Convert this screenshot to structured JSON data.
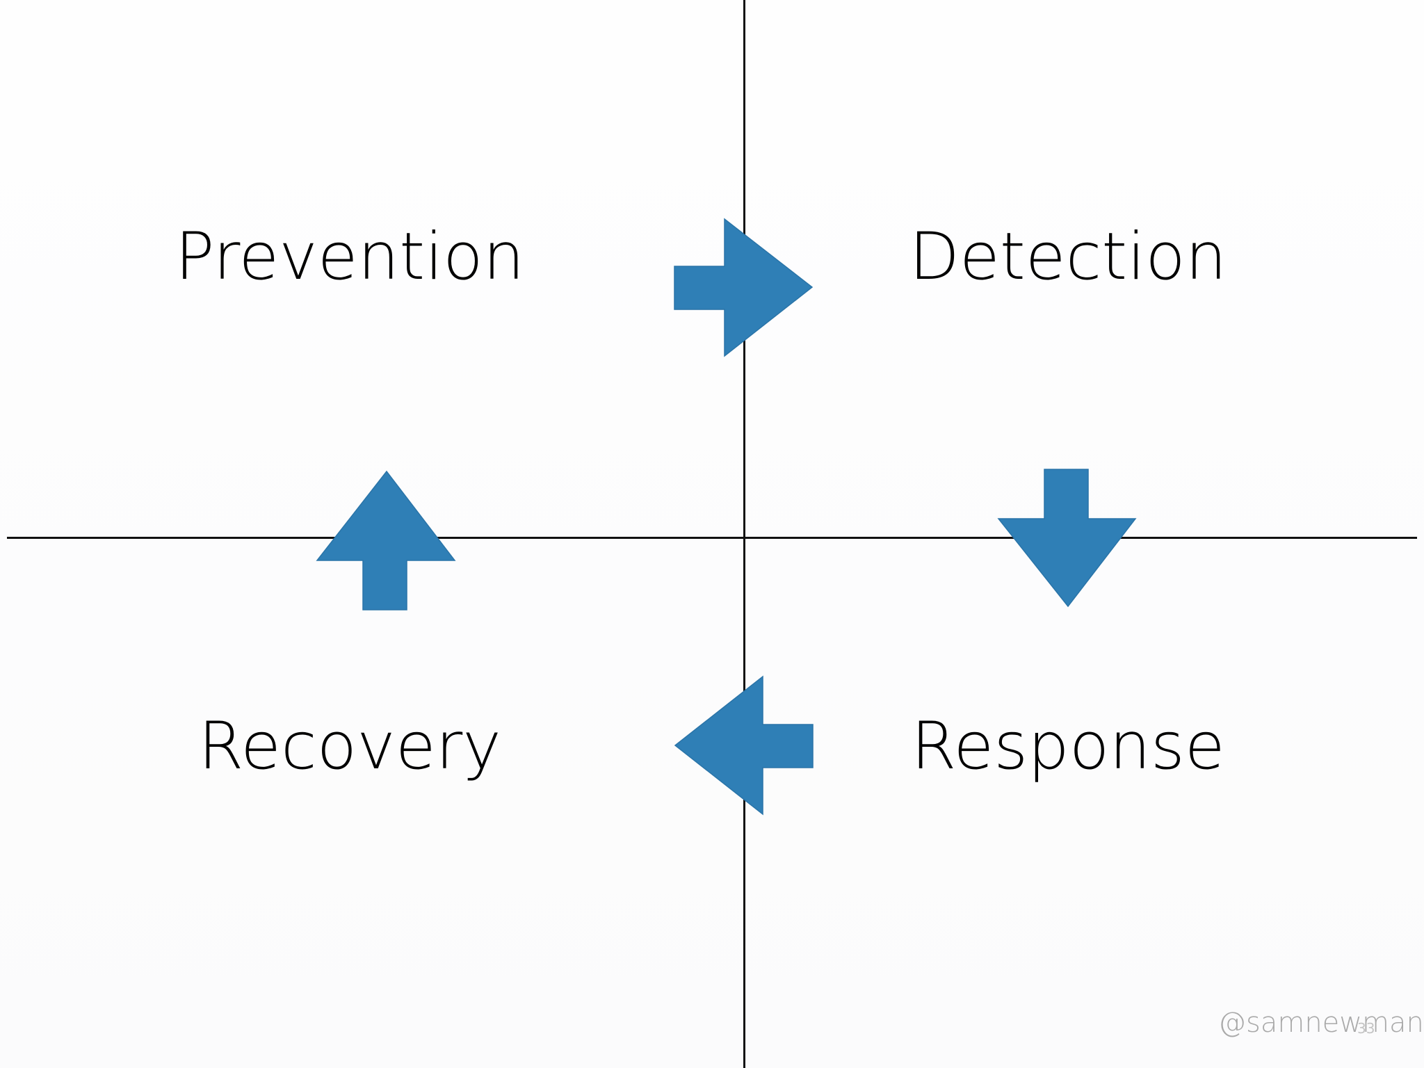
{
  "diagram": {
    "quadrants": {
      "top_left": "Prevention",
      "top_right": "Detection",
      "bottom_left": "Recovery",
      "bottom_right": "Response"
    },
    "arrow_color": "#2f7fb6",
    "arrows": [
      {
        "from": "Prevention",
        "to": "Detection",
        "direction": "right",
        "icon": "arrow-right-icon"
      },
      {
        "from": "Detection",
        "to": "Response",
        "direction": "down",
        "icon": "arrow-down-icon"
      },
      {
        "from": "Response",
        "to": "Recovery",
        "direction": "left",
        "icon": "arrow-left-icon"
      },
      {
        "from": "Recovery",
        "to": "Prevention",
        "direction": "up",
        "icon": "arrow-up-icon"
      }
    ]
  },
  "footer": {
    "handle": "@samnewman",
    "page_number": "33"
  }
}
